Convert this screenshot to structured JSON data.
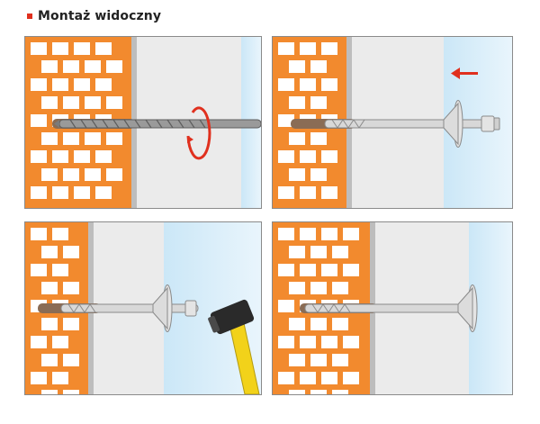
{
  "title": {
    "text": "Montaż widoczny"
  },
  "colors": {
    "title_bullet": "#e0301e",
    "brick": "#f28a2e",
    "brick_edge": "#d8731c",
    "brick_hole": "#ffffff",
    "insulation": "#ebebeb",
    "render_gradient_start": "#cbe7f7",
    "render_gradient_end": "#e9f5fc",
    "anchor_body": "#d8d8d8",
    "anchor_edge": "#8a8a8a",
    "rotation_arrow": "#e0301e",
    "push_arrow": "#e0301e",
    "hammer_head": "#2a2a2a",
    "hammer_handle": "#f2d21a"
  },
  "panels": [
    {
      "name": "drilling-step",
      "icons": [
        "drill-bit-icon",
        "rotation-arrow-icon"
      ]
    },
    {
      "name": "insert-anchor-step",
      "icons": [
        "insulation-anchor-icon",
        "push-left-arrow-icon"
      ]
    },
    {
      "name": "hammer-step",
      "icons": [
        "insulation-anchor-icon",
        "hammer-icon"
      ]
    },
    {
      "name": "finished-step",
      "icons": [
        "insulation-anchor-icon"
      ]
    }
  ]
}
